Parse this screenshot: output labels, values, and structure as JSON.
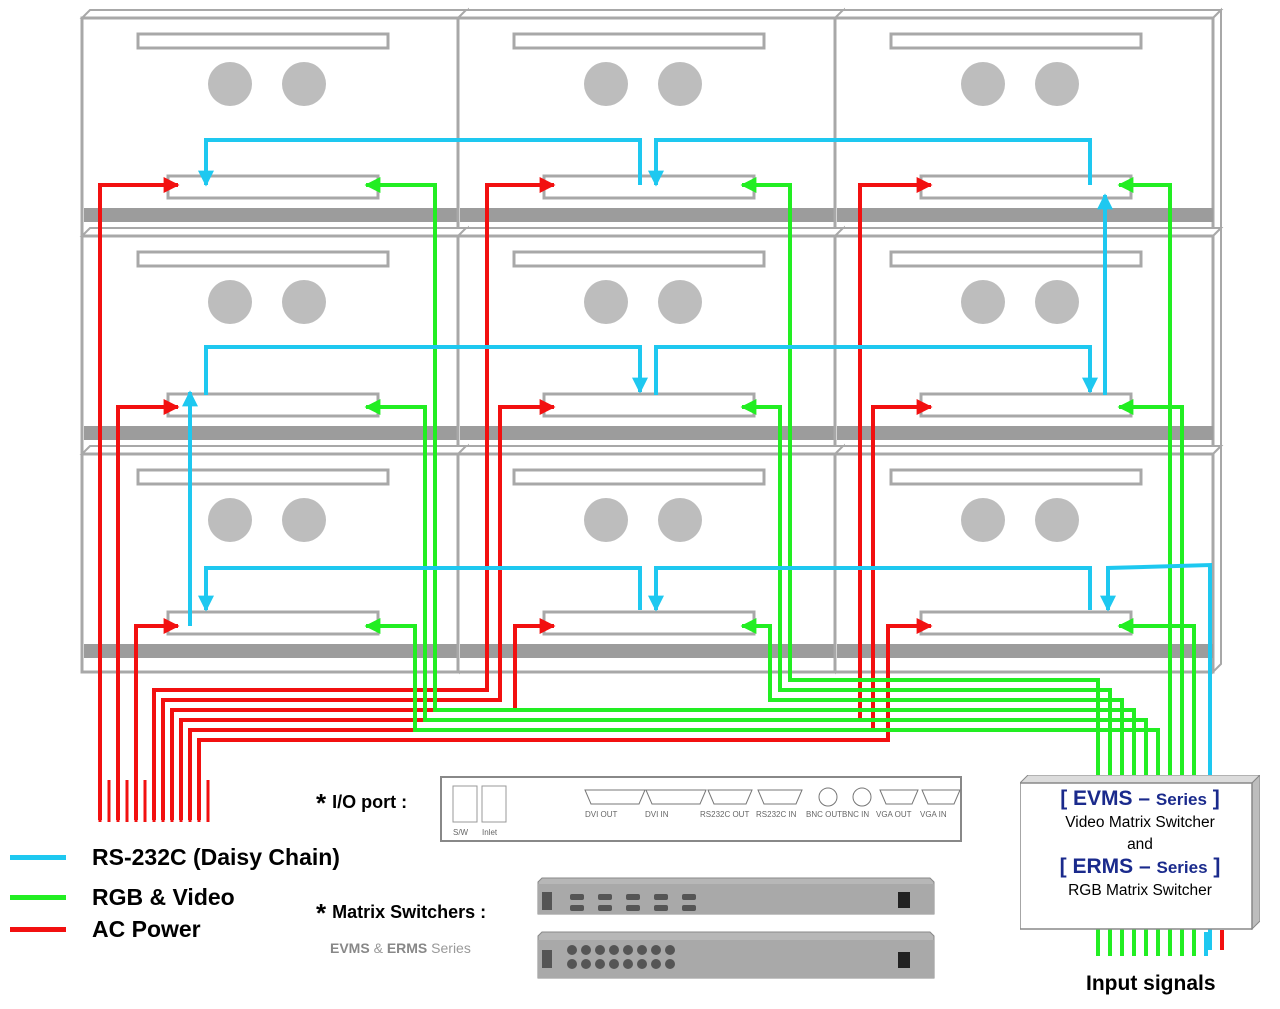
{
  "legend": [
    {
      "label": "RS-232C (Daisy Chain)",
      "color": "#1ec8f0"
    },
    {
      "label": "RGB & Video",
      "color": "#22ee22"
    },
    {
      "label": "AC Power",
      "color": "#f21010"
    }
  ],
  "io_port": {
    "title": "I/O port :",
    "ports": [
      "S/W",
      "Inlet",
      "DVI OUT",
      "DVI IN",
      "RS232C OUT",
      "RS232C IN",
      "BNC OUT",
      "BNC IN",
      "VGA OUT",
      "VGA IN"
    ]
  },
  "matrix": {
    "title": "Matrix Switchers :",
    "series_a": "EVMS",
    "series_amp": " & ",
    "series_b": "ERMS",
    "series_suffix": " Series"
  },
  "switcher_box": {
    "line1_open": "[ ",
    "line1_brand": "EVMS",
    "line1_dash": " – ",
    "line1_series": "Series",
    "line1_close": " ]",
    "line2": "Video Matrix Switcher",
    "line3": "and",
    "line4_open": "[ ",
    "line4_brand": "ERMS",
    "line4_dash": " – ",
    "line4_series": "Series",
    "line4_close": " ]",
    "line5": "RGB Matrix Switcher"
  },
  "input_signals": "Input signals",
  "colors": {
    "rs232": "#1ec8f0",
    "rgb": "#22ee22",
    "power": "#f21010",
    "cube": "#a8a8a8"
  }
}
